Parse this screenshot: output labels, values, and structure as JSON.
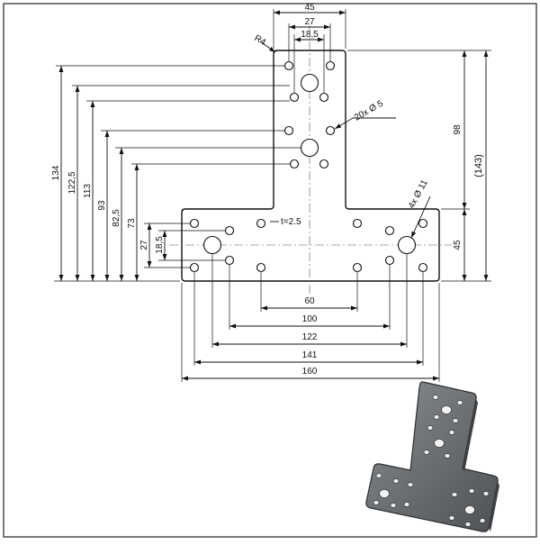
{
  "drawing": {
    "radius_label": "R4",
    "thickness_label": "t=2.5",
    "small_holes_label": "20x  Ø 5",
    "large_holes_label": "4x  Ø 11"
  },
  "dims_top": [
    "45",
    "27",
    "18,5"
  ],
  "dims_bottom": [
    "60",
    "100",
    "122",
    "141",
    "160"
  ],
  "dims_left": [
    "134",
    "122,5",
    "113",
    "93",
    "82,5",
    "73",
    "27",
    "18,5"
  ],
  "dims_right": [
    "98",
    "(143)",
    "45"
  ]
}
